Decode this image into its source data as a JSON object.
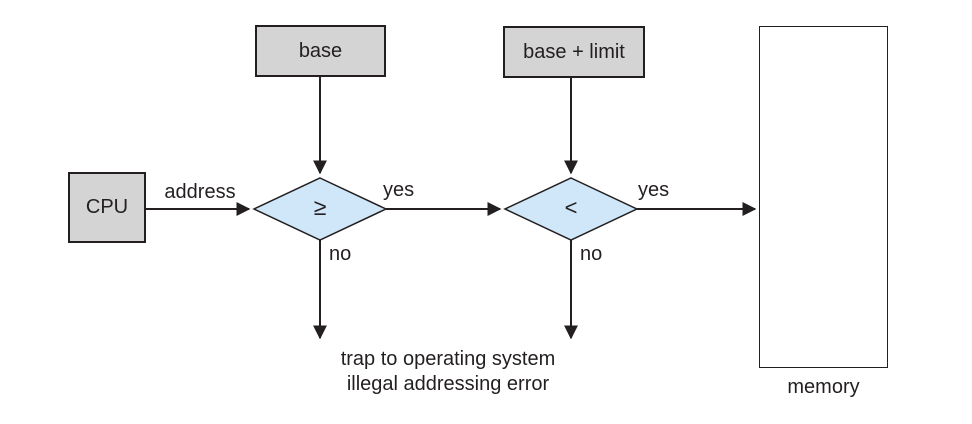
{
  "diagram": {
    "boxes": {
      "cpu": "CPU",
      "base": "base",
      "base_limit": "base + limit",
      "memory_label": "memory"
    },
    "decisions": {
      "first_symbol": "≥",
      "second_symbol": "<"
    },
    "edge_labels": {
      "address": "address",
      "yes_first": "yes",
      "yes_second": "yes",
      "no_first": "no",
      "no_second": "no"
    },
    "trap_text": {
      "line1": "trap to operating system",
      "line2": "illegal addressing error"
    },
    "colors": {
      "register_box_fill": "#d4d4d5",
      "decision_fill": "#cfe7f8",
      "stroke": "#231f20",
      "background": "#ffffff"
    }
  }
}
